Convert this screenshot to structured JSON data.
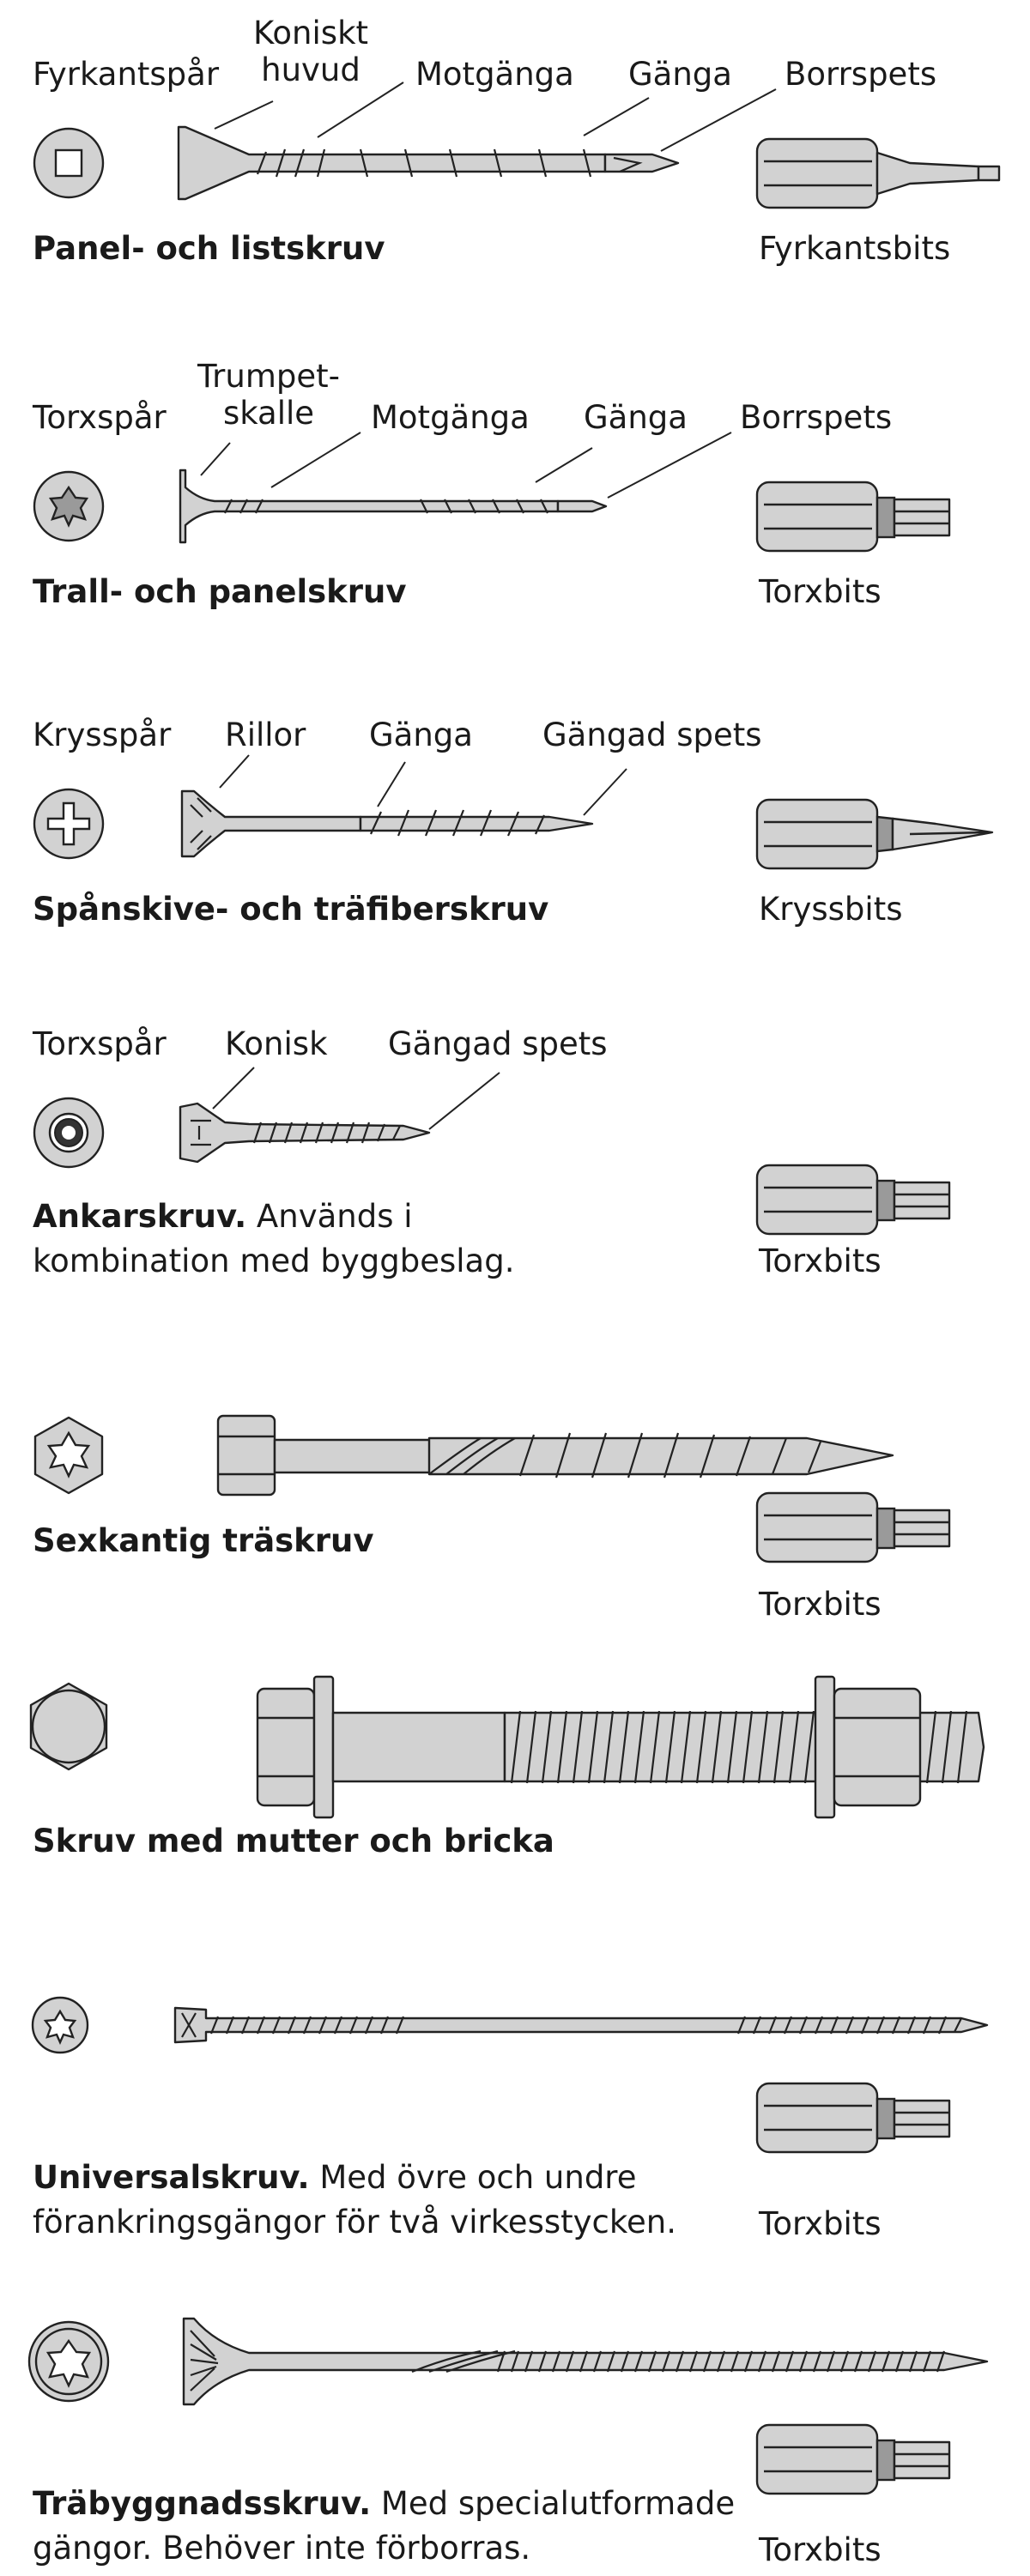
{
  "panel": {
    "labels": [
      "Fyrkantspår",
      "Koniskt\nhuvud",
      "Motgänga",
      "Gänga",
      "Borrspets"
    ],
    "title_bold": "Panel- och listskruv",
    "title_rest": "",
    "bit": "Fyrkantsbits"
  },
  "trall": {
    "labels": [
      "Torxspår",
      "Trumpet-\nskalle",
      "Motgänga",
      "Gänga",
      "Borrspets"
    ],
    "title_bold": "Trall- och panelskruv",
    "title_rest": "",
    "bit": "Torxbits"
  },
  "spanskive": {
    "labels": [
      "Krysspår",
      "Rillor",
      "Gänga",
      "Gängad spets"
    ],
    "title_bold": "Spånskive- och träfiberskruv",
    "title_rest": "",
    "bit": "Kryssbits"
  },
  "ankar": {
    "labels": [
      "Torxspår",
      "Konisk",
      "Gängad spets"
    ],
    "title_bold": "Ankarskruv.",
    "title_rest": " Används i",
    "title_line2": "kombination med byggbeslag.",
    "bit": "Torxbits"
  },
  "sexkant": {
    "title_bold": "Sexkantig träskruv",
    "title_rest": "",
    "bit": "Torxbits"
  },
  "mutter": {
    "title_bold": "Skruv med mutter och bricka",
    "title_rest": ""
  },
  "universal": {
    "title_bold": "Universalskruv.",
    "title_rest": " Med övre och undre",
    "title_line2": "förankringsgängor för två virkesstycken.",
    "bit": "Torxbits"
  },
  "trabyggnad": {
    "title_bold": "Träbyggnadsskruv.",
    "title_rest": " Med specialutformade",
    "title_line2": "gängor. Behöver inte förborras.",
    "bit": "Torxbits"
  }
}
